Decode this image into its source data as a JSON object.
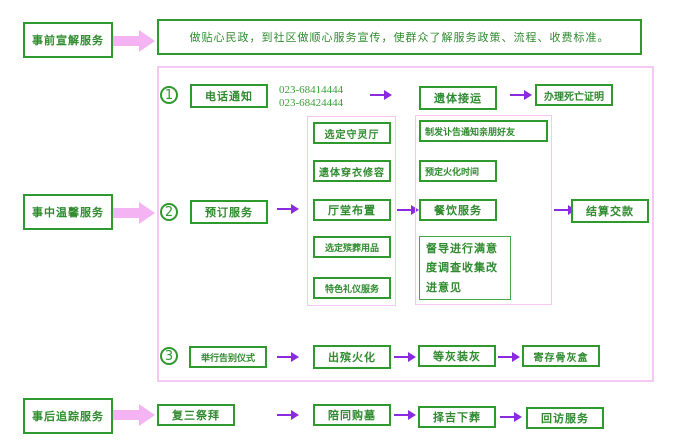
{
  "stages": {
    "before": {
      "label": "事前宣解服务",
      "description": "做贴心民政，到社区做顺心服务宣传，使群众了解服务政策、流程、收费标准。"
    },
    "during": {
      "label": "事中温馨服务",
      "step1": {
        "number": "1",
        "label": "电话通知",
        "phones": [
          "023-68414444",
          "023-68424444"
        ],
        "next": "遗体接运",
        "after": "办理死亡证明"
      },
      "step2": {
        "number": "2",
        "label": "预订服务",
        "options": [
          "选定守灵厅",
          "遗体穿衣修容",
          "厅堂布置",
          "选定殡葬用品",
          "特色礼仪服务"
        ],
        "followups": [
          "制发讣告通知亲朋好友",
          "预定火化时间",
          "餐饮服务"
        ],
        "feedback": [
          "督导进行满意",
          "度调查收集改",
          "进意见"
        ],
        "settle": "结算交款"
      },
      "step3": {
        "number": "3",
        "label": "举行告别仪式",
        "chain": [
          "出殡火化",
          "等灰装灰",
          "寄存骨灰盒"
        ]
      }
    },
    "after": {
      "label": "事后追踪服务",
      "chain": [
        "复三祭拜",
        "陪同购墓",
        "择吉下葬",
        "回访服务"
      ]
    }
  },
  "colors": {
    "box_border": "#2e9a2e",
    "text": "#2e8b2e",
    "frame": "#f5c8f5",
    "pink_arrow": "#f4b4f4",
    "purple_arrow": "#8a2be2"
  }
}
